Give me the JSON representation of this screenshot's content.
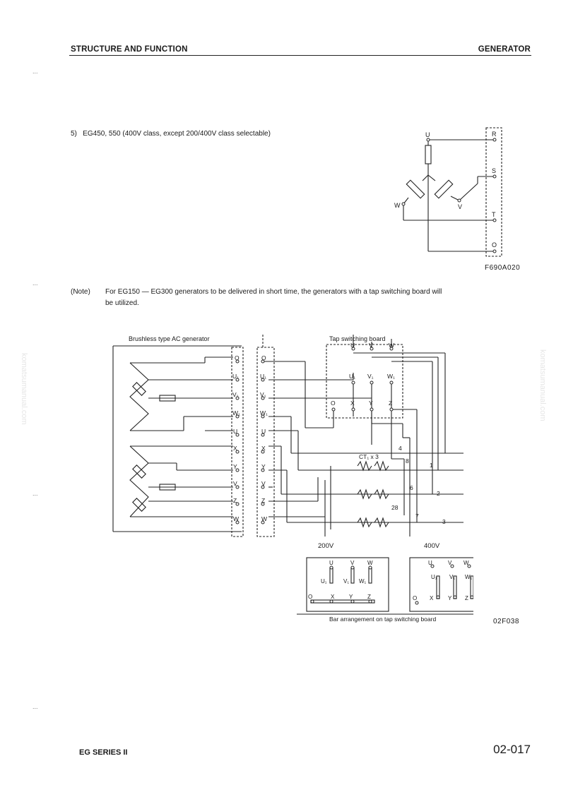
{
  "header": {
    "left": "STRUCTURE AND FUNCTION",
    "right": "GENERATOR"
  },
  "item5": {
    "text": "5)   EG450, 550 (400V class, except 200/400V class selectable)"
  },
  "diagram1": {
    "terminals": [
      "U",
      "V",
      "W"
    ],
    "outputs": [
      "R",
      "S",
      "T",
      "O"
    ],
    "code": "F690A020"
  },
  "note": {
    "label": "(Note)",
    "text_line1": "For EG150 — EG300 generators to be delivered in short time, the generators with a tap switching board will",
    "text_line2": "be utilized."
  },
  "diagram2": {
    "generator_label": "Brushless type AC generator",
    "board_label": "Tap switching board",
    "gen_terminals": [
      "O",
      "U₁",
      "V₁",
      "W₁",
      "U",
      "X",
      "Y",
      "V",
      "Z",
      "W"
    ],
    "board_top": [
      "U",
      "V",
      "W"
    ],
    "board_mid": [
      "U₁",
      "V₁",
      "W₁"
    ],
    "board_bot": [
      "O",
      "X",
      "Y",
      "Z"
    ],
    "ct_label": "CT₁ x 3",
    "wire_numbers": [
      "4",
      "8",
      "1",
      "6",
      "2",
      "28",
      "7",
      "3"
    ],
    "volt_200": "200V",
    "volt_400": "400V",
    "caption": "Bar arrangement on tap switching board",
    "code": "02F038"
  },
  "bars200": {
    "top": [
      "U",
      "V",
      "W"
    ],
    "mid": [
      "U₁",
      "V₁",
      "W₁"
    ],
    "bot": [
      "O",
      "X",
      "Y",
      "Z"
    ]
  },
  "bars400": {
    "top": [
      "U",
      "V",
      "W"
    ],
    "mid": [
      "U₁",
      "V₁",
      "W₁"
    ],
    "bot": [
      "O",
      "X",
      "Y",
      "Z"
    ]
  },
  "footer": {
    "left": "EG SERIES II",
    "right": "02-017"
  },
  "watermark": "komatsumanual.com"
}
